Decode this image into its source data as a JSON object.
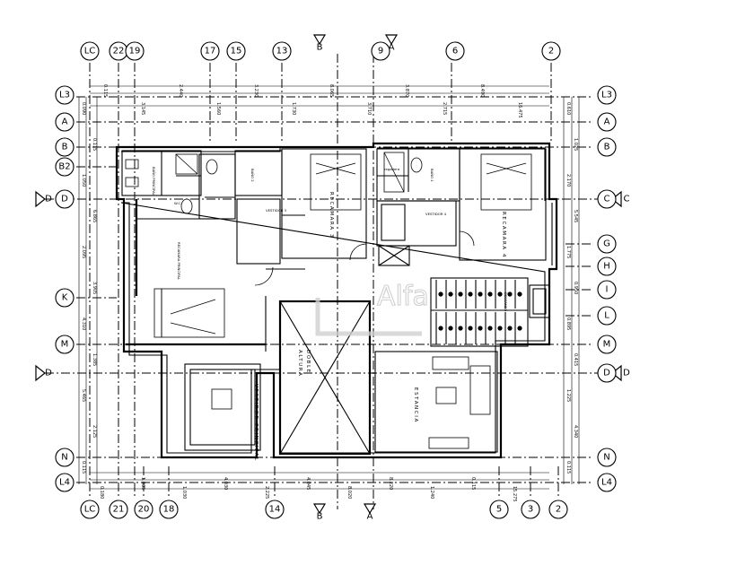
{
  "watermark": "Alfa",
  "top_axis_labels": [
    "LC",
    "22",
    "19",
    "17",
    "15",
    "13",
    "B",
    "A",
    "9",
    "6",
    "2"
  ],
  "bottom_axis_labels": [
    "LC",
    "21",
    "20",
    "18",
    "14",
    "B",
    "A",
    "5",
    "3",
    "2"
  ],
  "left_axis_labels": [
    "L3",
    "A",
    "B",
    "B2",
    "D",
    "K",
    "M",
    "N",
    "L4"
  ],
  "right_axis_labels": [
    "L3",
    "A",
    "B",
    "C",
    "G",
    "H",
    "I",
    "L",
    "M",
    "D",
    "N",
    "L4"
  ],
  "section_marks": [
    "D",
    "D",
    "C",
    "D"
  ],
  "rooms": {
    "bano_principal": "BAÑO PRINCIPAL",
    "recamara_principal": "RECAMARA PRINCIPAL",
    "bano_2": "BAÑO 2",
    "recamara_3": "RECAMARA 3",
    "vestidor_3": "VESTIDOR 3",
    "bano_4": "BAÑO 4",
    "recamara_4": "RECAMARA 4",
    "vestidor_4": "VESTIDOR 4",
    "descanso": "DESCANSO",
    "vestidor_principal": "VESTIDOR PRINCIPAL",
    "doble_altura_1": "DOBLE",
    "doble_altura_2": "ALTURA",
    "estancia": "ESTANCIA",
    "regadera": "regadera",
    "wc": "W.C."
  },
  "level_note": "N.P.T.",
  "top_dims": [
    "0.115",
    "3.145",
    "2.440",
    "1.560",
    "3.230",
    "1.730",
    "8.065",
    "3.710",
    "3.870",
    "2.715",
    "8.490",
    "16.475"
  ],
  "bottom_dims": [
    "0.180",
    "1.035",
    "1.030",
    "4.030",
    "2.225",
    "4.045",
    "8.020",
    "8.220",
    "1.240",
    "0.115",
    "15.275"
  ],
  "left_dims": [
    "0.090",
    "0.115",
    "1.050",
    "6.865",
    "2.095",
    "3.905",
    "4.310",
    "1.385",
    "5.465",
    "2.125",
    "0.115"
  ],
  "right_dims": [
    "0.610",
    "1.025",
    "2.170",
    "5.545",
    "1.775",
    "0.950",
    "0.895",
    "0.415",
    "1.225",
    "4.340",
    "0.115"
  ]
}
